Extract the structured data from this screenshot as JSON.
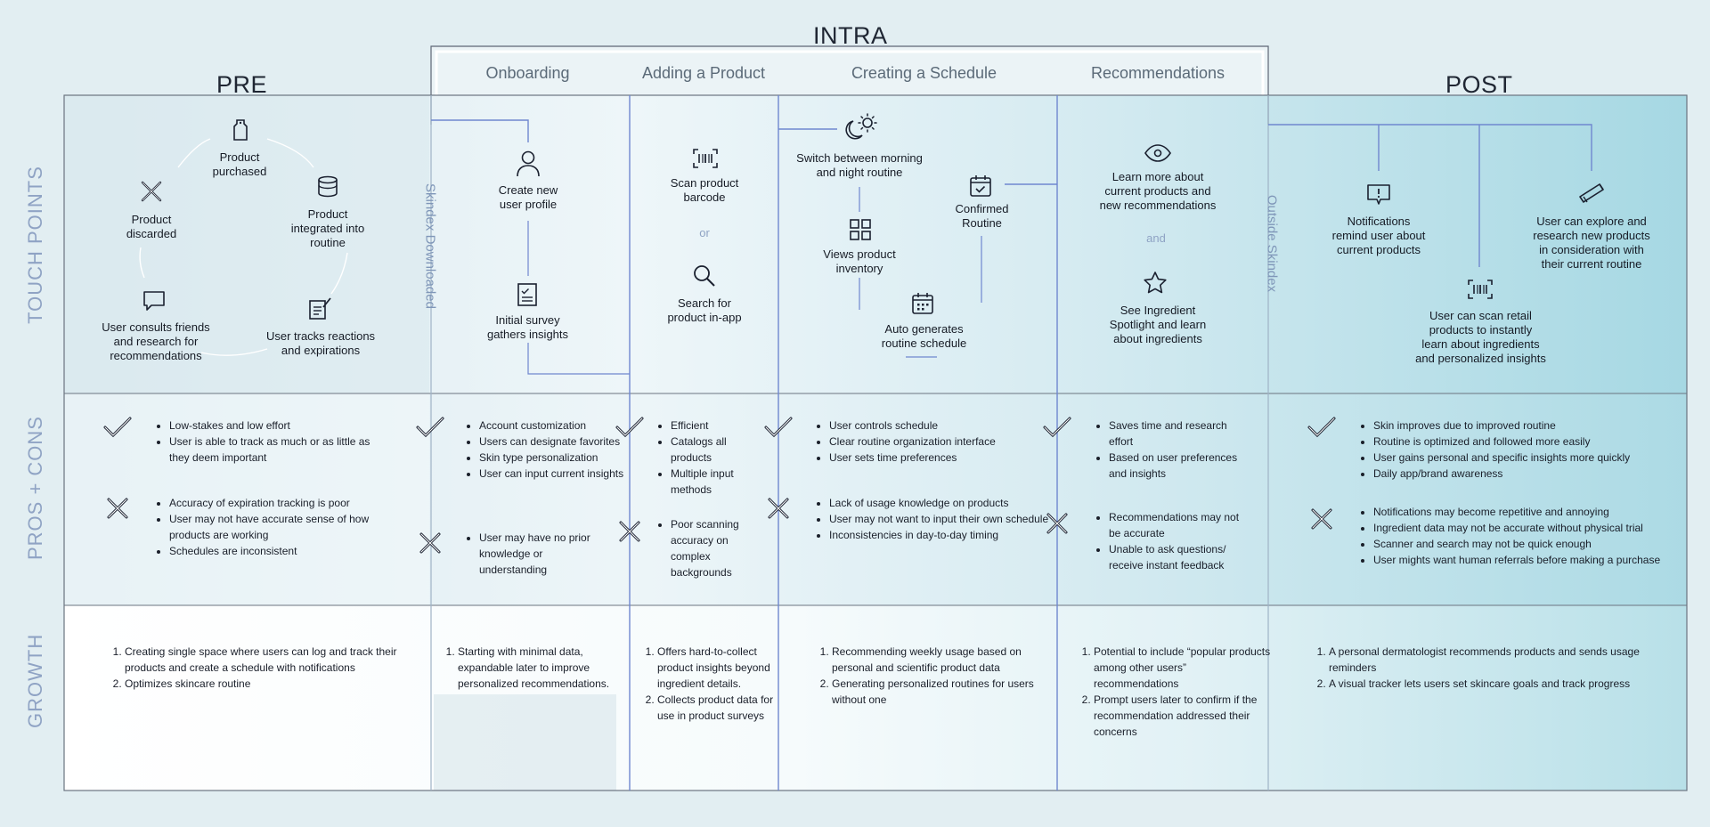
{
  "phases": {
    "pre": "PRE",
    "intra": "INTRA",
    "post": "POST"
  },
  "subphases": [
    "Onboarding",
    "Adding a Product",
    "Creating a Schedule",
    "Recommendations"
  ],
  "row_labels": {
    "touch": "TOUCH POINTS",
    "pros": "PROS + CONS",
    "growth": "GROWTH"
  },
  "dividers": {
    "downloaded": "Skindex Downloaded",
    "outside": "Outside Skindex"
  },
  "touch": {
    "pre": {
      "product_purchased": "Product\npurchased",
      "product_integrated": "Product\nintegrated into\nroutine",
      "user_tracks": "User tracks reactions\nand expirations",
      "user_consults": "User consults friends\nand research for\nrecommendations",
      "product_discarded": "Product\ndiscarded"
    },
    "onboarding": {
      "create_profile": "Create new\nuser profile",
      "initial_survey": "Initial survey\ngathers insights"
    },
    "adding": {
      "scan": "Scan product\nbarcode",
      "or": "or",
      "search": "Search for\nproduct in-app"
    },
    "schedule": {
      "switch": "Switch between morning\nand night routine",
      "confirmed": "Confirmed\nRoutine",
      "views": "Views product\ninventory",
      "auto": "Auto generates\nroutine schedule"
    },
    "recs": {
      "learn": "Learn more about\ncurrent products and\nnew recommendations",
      "and": "and",
      "spotlight": "See Ingredient\nSpotlight and learn\nabout ingredients"
    },
    "post": {
      "notifications": "Notifications\nremind user about\ncurrent products",
      "explore": "User can explore and\nresearch new products\nin consideration with\ntheir current routine",
      "scan_retail": "User can scan retail\nproducts to instantly\nlearn about ingredients\nand personalized insights"
    }
  },
  "pros": {
    "pre": [
      "Low-stakes and low effort",
      "User is able to track as much or as little as they deem important"
    ],
    "onboarding": [
      "Account customization",
      "Users can designate favorites",
      "Skin type personalization",
      "User can input current insights"
    ],
    "adding": [
      "Efficient",
      "Catalogs all products",
      "Multiple input methods"
    ],
    "schedule": [
      "User controls schedule",
      "Clear routine organization interface",
      "User sets time preferences"
    ],
    "recs": [
      "Saves time and research effort",
      "Based on user preferences and insights"
    ],
    "post": [
      "Skin improves due to improved routine",
      "Routine is optimized and followed more easily",
      "User gains personal and specific insights more quickly",
      "Daily app/brand awareness"
    ]
  },
  "cons": {
    "pre": [
      "Accuracy of expiration tracking is poor",
      "User may not have accurate sense of how products are working",
      "Schedules are inconsistent"
    ],
    "onboarding": [
      "User may have no prior knowledge or understanding"
    ],
    "adding": [
      "Poor scanning accuracy on complex backgrounds"
    ],
    "schedule": [
      "Lack of usage knowledge on products",
      "User may not want to input their own schedule",
      "Inconsistencies in day-to-day timing"
    ],
    "recs": [
      "Recommendations may not be accurate",
      "Unable to ask questions/ receive instant feedback"
    ],
    "post": [
      "Notifications may become repetitive and annoying",
      "Ingredient data may not be accurate without physical trial",
      "Scanner and search may not be quick enough",
      "User mights want human referrals before making a purchase"
    ]
  },
  "growth": {
    "pre": [
      "Creating single space where users can log and track their products and create a schedule with notifications",
      "Optimizes skincare routine"
    ],
    "onboarding": [
      "Starting with minimal data, expandable later to improve personalized recommendations."
    ],
    "adding": [
      "Offers hard-to-collect product insights beyond ingredient details.",
      "Collects product data for use in product surveys"
    ],
    "schedule": [
      "Recommending weekly usage based on personal and scientific product data",
      "Generating personalized routines for users without one"
    ],
    "recs": [
      "Potential to include “popular products among other users” recommendations",
      "Prompt users later to confirm if the recommendation addressed their concerns"
    ],
    "post": [
      "A personal dermatologist recommends products and sends usage reminders",
      "A visual tracker lets users set skincare goals and track progress"
    ]
  },
  "colors": {
    "accent_line": "#6f87cf",
    "label": "#8fa3c4",
    "teal_end": "#a6d9e3"
  }
}
